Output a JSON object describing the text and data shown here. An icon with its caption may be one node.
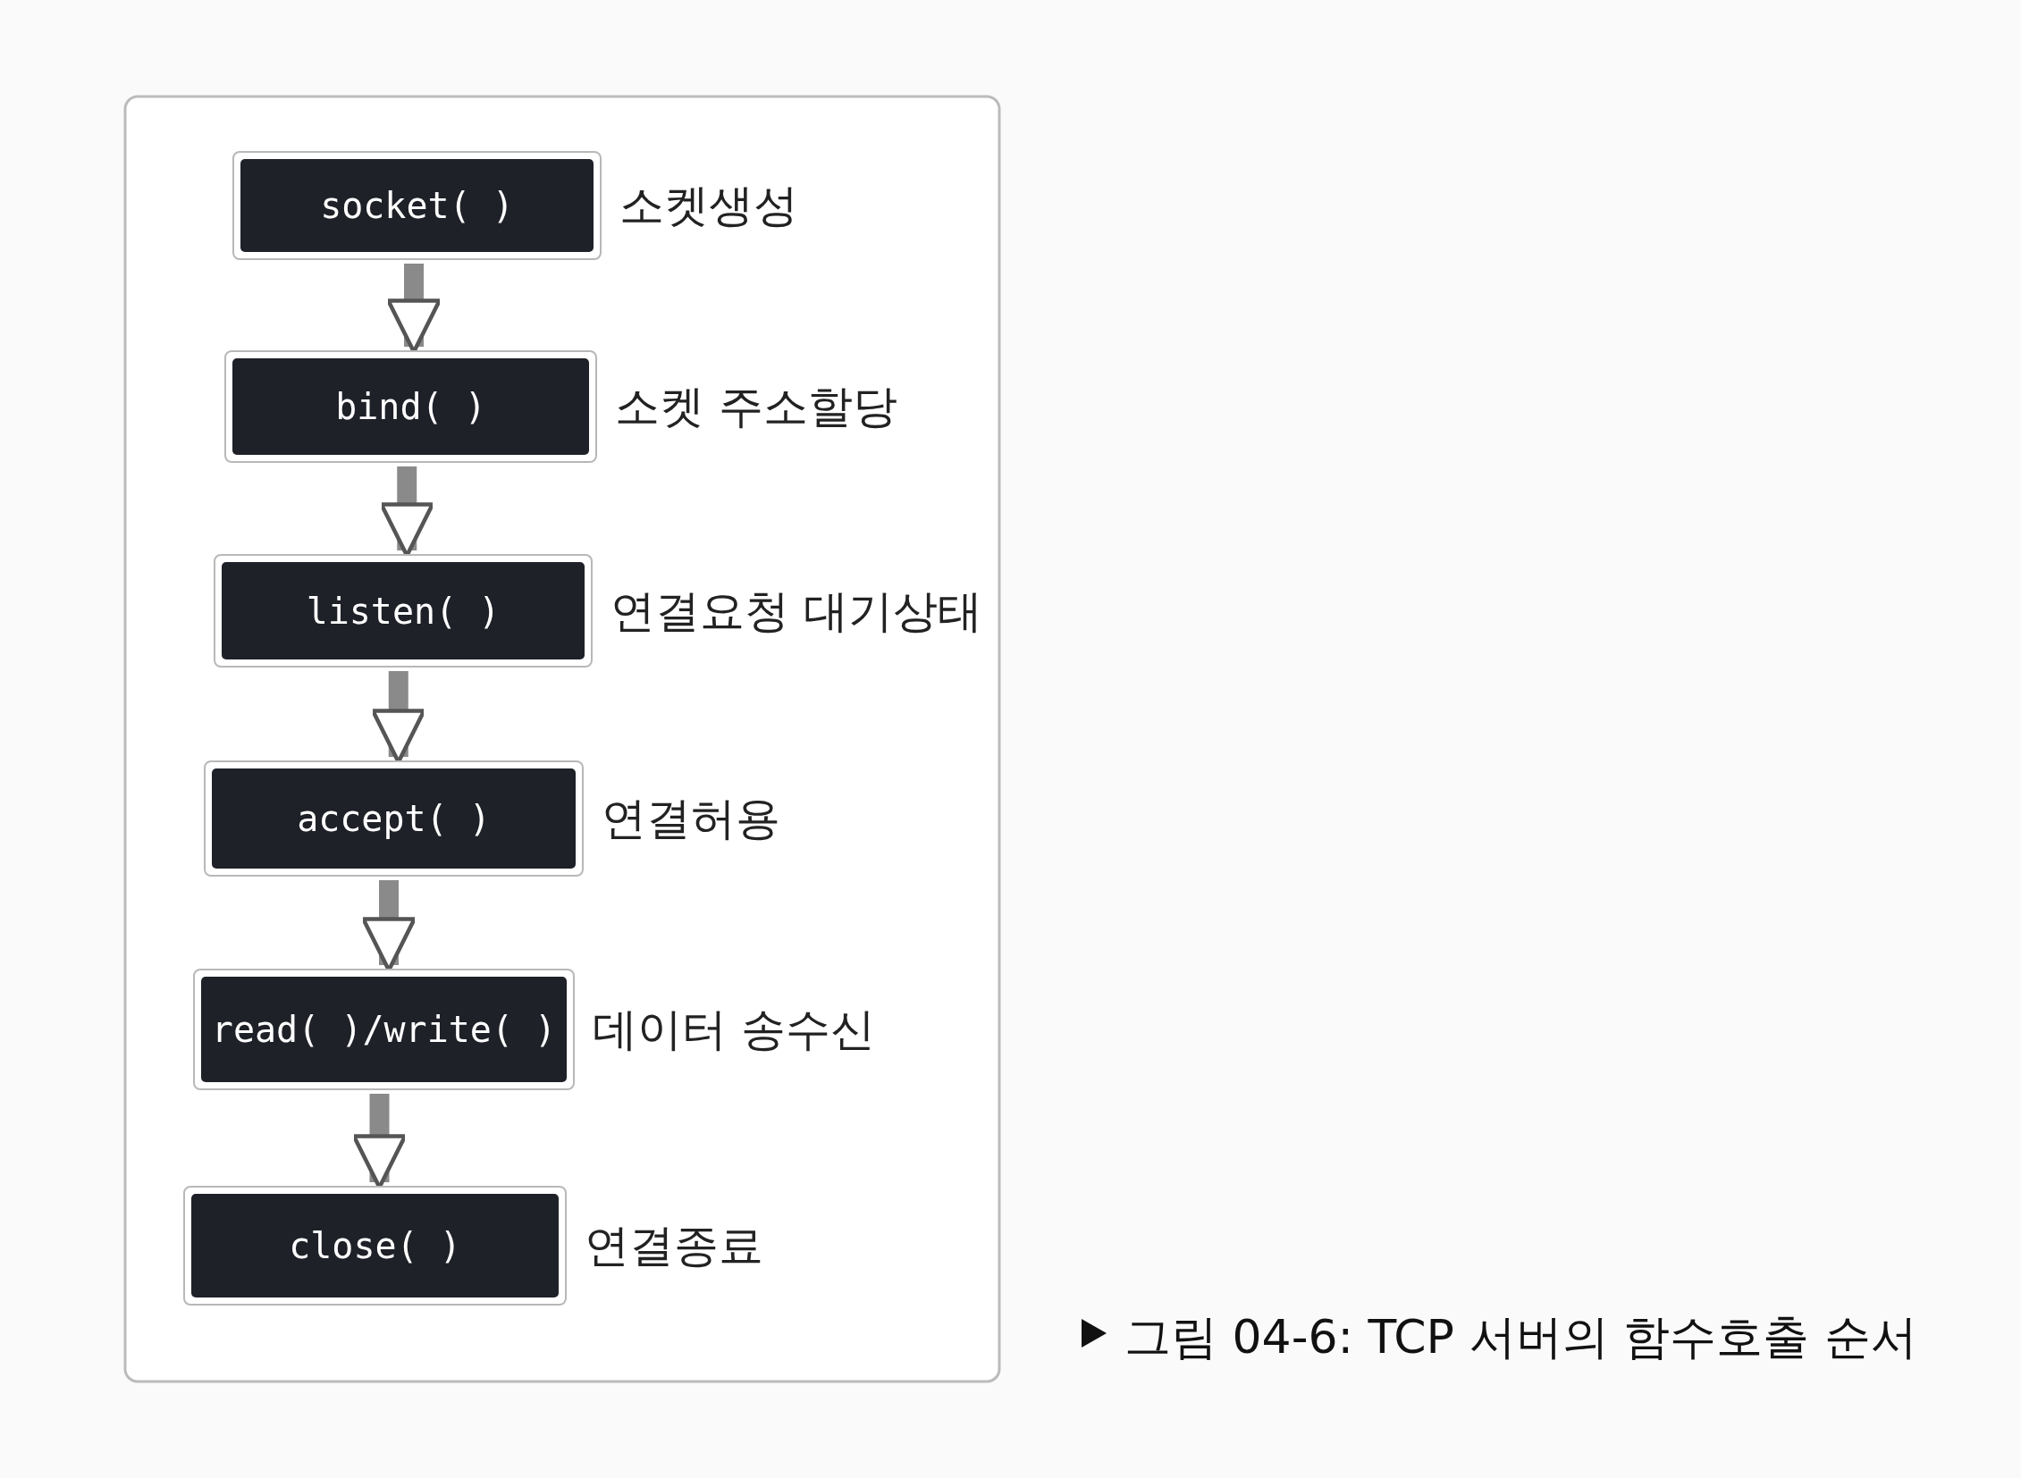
{
  "diagram": {
    "caption": "그림 04-6: TCP 서버의 함수호출 순서",
    "nodes": [
      {
        "text": [
          "socket( )"
        ],
        "beside": [
          "소켓생성"
        ]
      },
      {
        "text": [
          "bind( )"
        ],
        "beside": [
          "소켓 주소할당"
        ]
      },
      {
        "text": [
          "listen( )"
        ],
        "beside": [
          "연결요청 대기상태"
        ]
      },
      {
        "text": [
          "accept( )"
        ],
        "beside": [
          "연결허용"
        ]
      },
      {
        "text": [
          "read( )/write( )"
        ],
        "beside": [
          "데이터 송수신"
        ]
      },
      {
        "text": [
          "close( )"
        ],
        "beside": [
          "연결종료"
        ]
      }
    ],
    "edges": [
      {
        "from": 0,
        "to": 1,
        "arrow": "to"
      },
      {
        "from": 1,
        "to": 2,
        "arrow": "to"
      },
      {
        "from": 2,
        "to": 3,
        "arrow": "to"
      },
      {
        "from": 3,
        "to": 4,
        "arrow": "to"
      },
      {
        "from": 4,
        "to": 5,
        "arrow": "to"
      }
    ]
  }
}
